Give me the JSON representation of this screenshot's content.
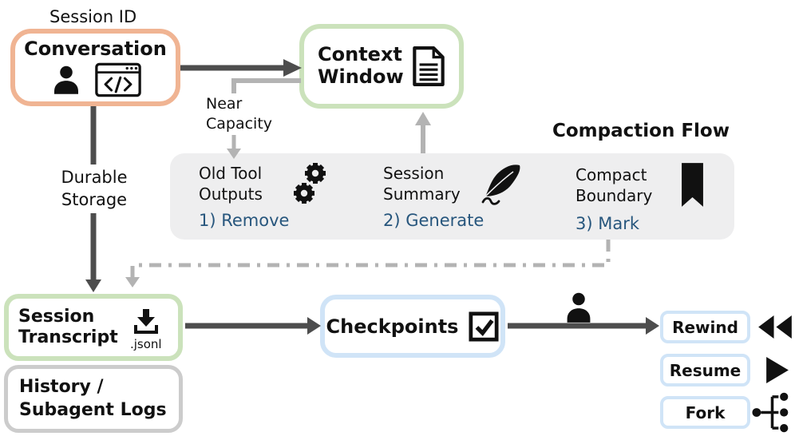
{
  "session_id_label": "Session ID",
  "conversation_box": {
    "title": "Conversation"
  },
  "context_window_box": {
    "title": "Context Window"
  },
  "near_capacity_label": "Near Capacity",
  "durable_storage_label": "Durable Storage",
  "compaction_flow": {
    "title": "Compaction Flow",
    "steps": [
      {
        "label": "Old Tool Outputs",
        "action": "1) Remove",
        "icon": "gears-icon"
      },
      {
        "label": "Session Summary",
        "action": "2) Generate",
        "icon": "quill-icon"
      },
      {
        "label": "Compact Boundary",
        "action": "3) Mark",
        "icon": "bookmark-icon"
      }
    ]
  },
  "session_transcript_box": {
    "title": "Session Transcript",
    "file_label": ".jsonl",
    "icon": "download-icon"
  },
  "history_box": {
    "title": "History / Subagent Logs"
  },
  "checkpoints_box": {
    "title": "Checkpoints",
    "icon": "checkbox-checked-icon"
  },
  "user_icon_on_arrow": "user-icon",
  "action_boxes": [
    {
      "label": "Rewind",
      "icon": "rewind-icon"
    },
    {
      "label": "Resume",
      "icon": "play-icon"
    },
    {
      "label": "Fork",
      "icon": "fork-icon"
    }
  ],
  "conversation_icons": [
    "user-icon",
    "code-window-icon"
  ],
  "context_window_icon": "document-icon",
  "colors": {
    "conversation_border": "#f0b493",
    "storage_border": "#cbe2bb",
    "checkpoint_border": "#d0e4f7",
    "history_border": "#cccccc",
    "panel_bg": "#eeeeef",
    "arrow_dark": "#4d4d4d",
    "arrow_gray": "#b3b3b3",
    "step_action_text": "#27567d",
    "text": "#111111"
  }
}
